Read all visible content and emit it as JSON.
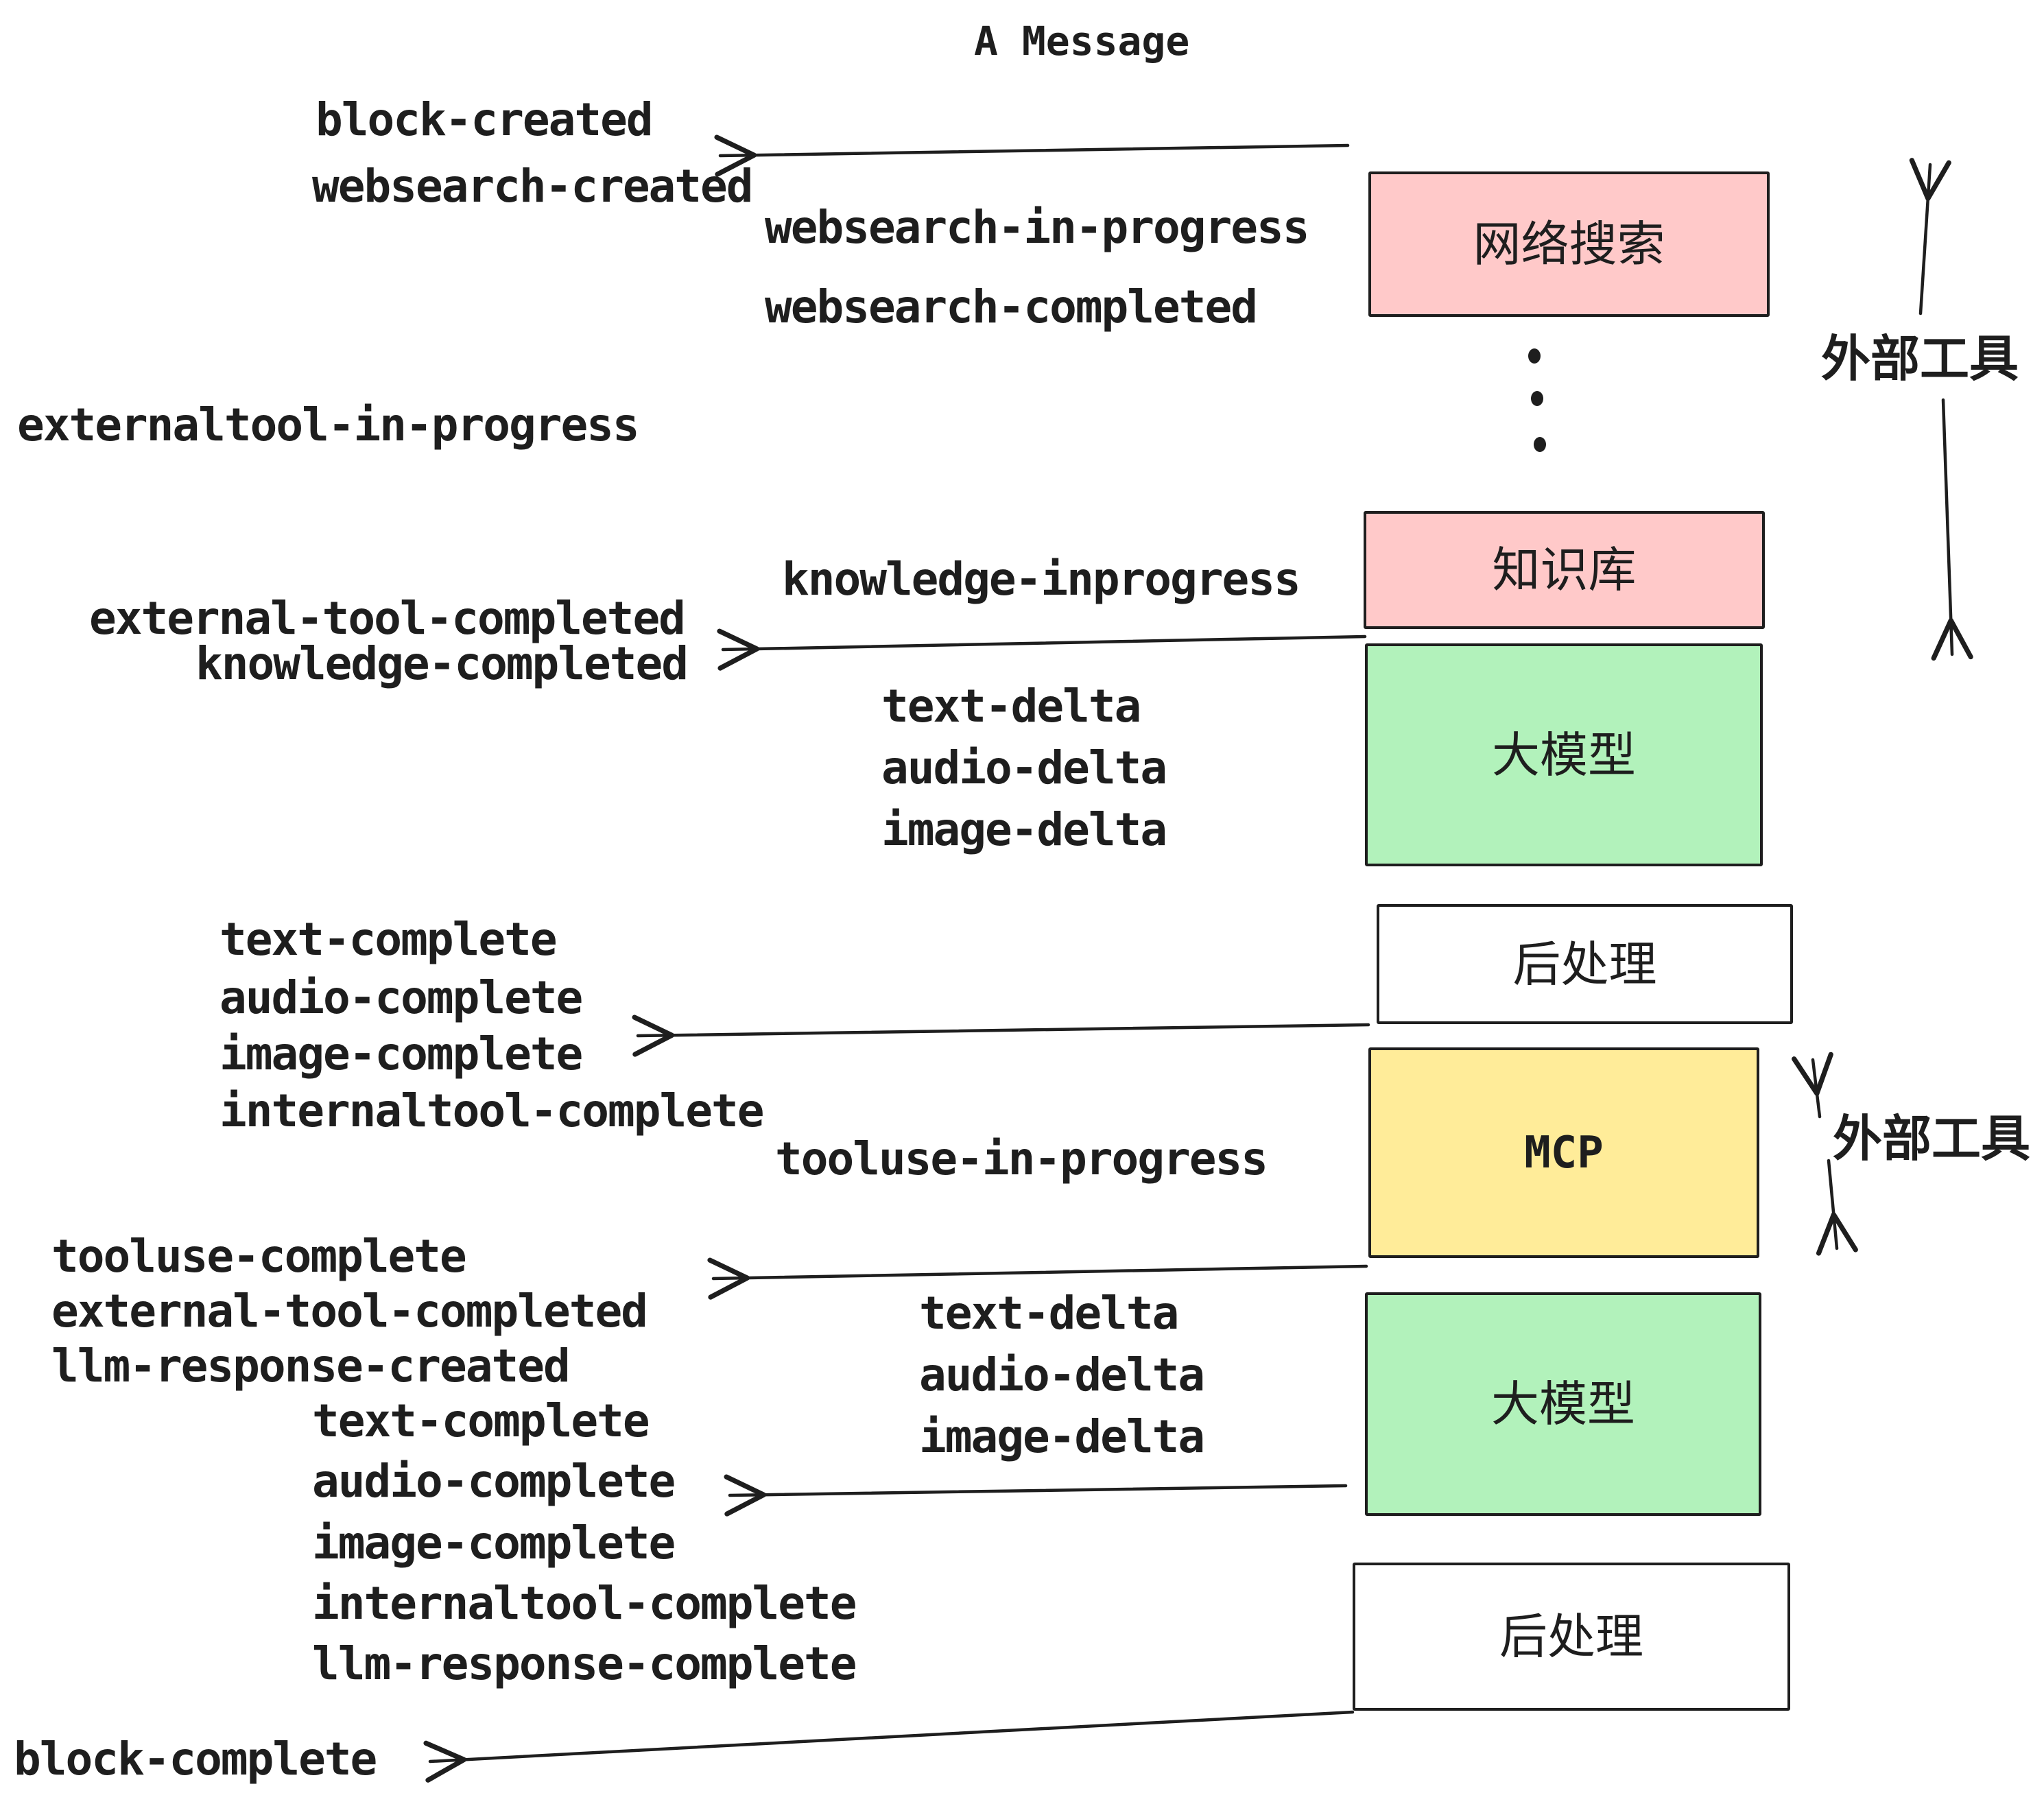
{
  "title": "A Message",
  "colors": {
    "stroke": "#1e1e1e",
    "pink": "#ffc9c9",
    "green": "#b2f2bb",
    "yellow": "#ffec99",
    "white": "#ffffff",
    "background": "#ffffff"
  },
  "pipeline": {
    "websearch": {
      "label": "网络搜索"
    },
    "knowledge": {
      "label": "知识库"
    },
    "llm1": {
      "label": "大模型"
    },
    "post1": {
      "label": "后处理"
    },
    "mcp": {
      "label": "MCP"
    },
    "llm2": {
      "label": "大模型"
    },
    "post2": {
      "label": "后处理"
    }
  },
  "annotations": {
    "external_tools_top": "外部工具",
    "external_tools_bottom": "外部工具"
  },
  "events": {
    "block_created": "block-created",
    "websearch_created": "websearch-created",
    "websearch_in_progress": "websearch-in-progress",
    "websearch_completed": "websearch-completed",
    "externaltool_in_progress": "externaltool-in-progress",
    "knowledge_inprogress": "knowledge-inprogress",
    "external_tool_completed_1": "external-tool-completed",
    "knowledge_completed": "knowledge-completed",
    "text_delta_1": "text-delta",
    "audio_delta_1": "audio-delta",
    "image_delta_1": "image-delta",
    "text_complete_1": "text-complete",
    "audio_complete_1": "audio-complete",
    "image_complete_1": "image-complete",
    "internaltool_complete_1": "internaltool-complete",
    "tooluse_in_progress": "tooluse-in-progress",
    "tooluse_complete": "tooluse-complete",
    "external_tool_completed_2": "external-tool-completed",
    "llm_response_created": "llm-response-created",
    "text_complete_2": "text-complete",
    "audio_complete_2": "audio-complete",
    "image_complete_2": "image-complete",
    "internaltool_complete_2": "internaltool-complete",
    "llm_response_complete": "llm-response-complete",
    "block_complete": "block-complete",
    "text_delta_2": "text-delta",
    "audio_delta_2": "audio-delta",
    "image_delta_2": "image-delta"
  }
}
